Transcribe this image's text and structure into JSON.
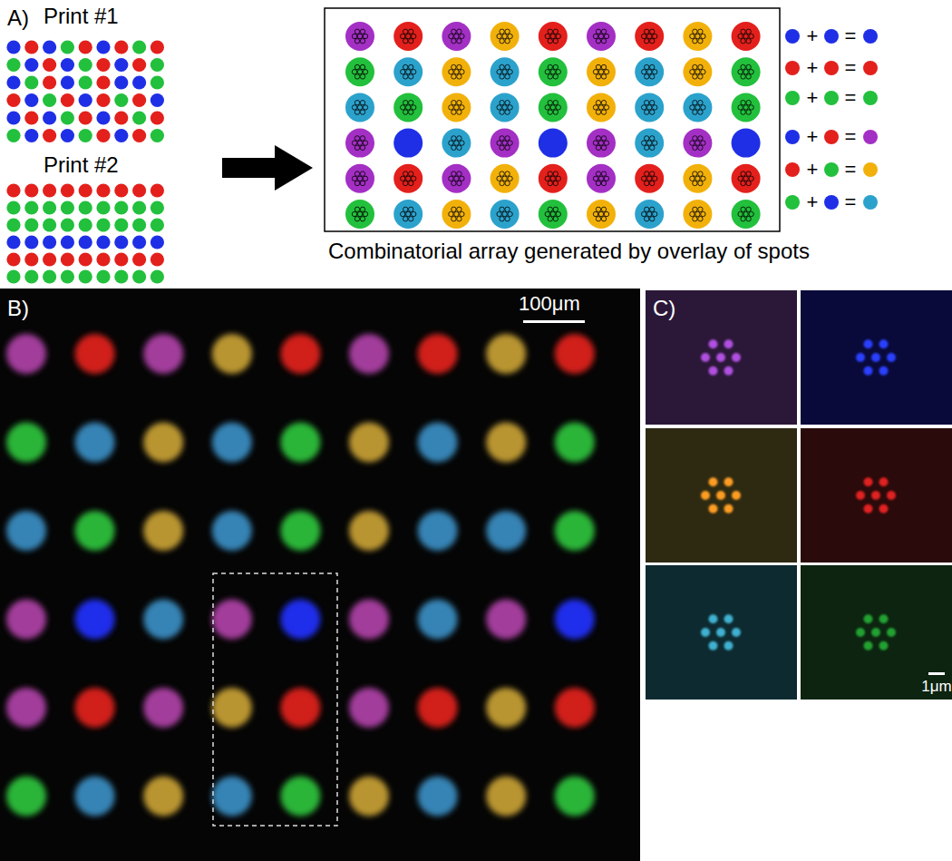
{
  "diagram": {
    "labels": [
      "A)",
      "Print #1",
      "Print #2",
      "Combinatorial array generated by overlay of spots",
      "+",
      "=",
      "+",
      "=",
      "+",
      "=",
      "+",
      "=",
      "+",
      "=",
      "+",
      "=",
      "B)",
      "100μm",
      "C)",
      "1μm"
    ]
  }
}
